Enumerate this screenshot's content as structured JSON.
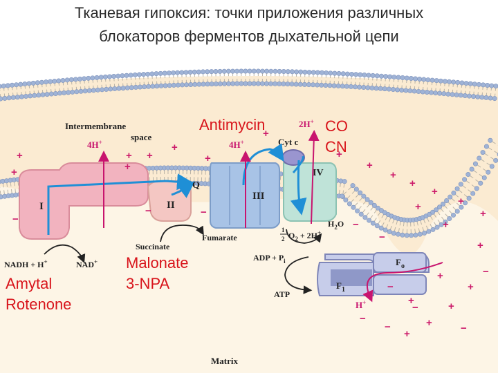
{
  "title": {
    "line1": "Тканевая гипоксия: точки приложения различных",
    "line2": "блокаторов ферментов дыхательной цепи"
  },
  "labels": {
    "intermembrane_1": "Intermembrane",
    "intermembrane_2": "space",
    "matrix": "Matrix",
    "h4_left": "4H",
    "h4_mid": "4H",
    "h2_top": "2H",
    "cytc": "Cyt c",
    "q": "Q",
    "complex_1": "I",
    "complex_2": "II",
    "complex_3": "III",
    "complex_4": "IV",
    "nadh": "NADH + H",
    "nad": "NAD",
    "succinate": "Succinate",
    "fumarate": "Fumarate",
    "o2_reaction_tail": "O",
    "o2_reaction_end": " + 2H",
    "half_num": "1",
    "half_den": "2",
    "h2o": "H",
    "h2o_tail": "O",
    "adp": "ADP + P",
    "adp_sub": "i",
    "atp": "ATP",
    "f0": "F",
    "f0_sub": "o",
    "f1": "F",
    "f1_sub": "1",
    "h_out": "H",
    "plus_sup": "+"
  },
  "inhibitors": {
    "antimycin": "Antimycin",
    "co": "CO",
    "cn": "CN",
    "malonate": "Malonate",
    "npa": "3-NPA",
    "amytal": "Amytal",
    "rotenone": "Rotenone"
  },
  "colors": {
    "inhibitor_text": "#d8141b",
    "proton_arrow": "#c8146e",
    "electron_arrow": "#1f8fd6",
    "complex_1_fill": "#f2b3bf",
    "complex_2_fill": "#f4c7c3",
    "complex_3_fill": "#a8c3e6",
    "complex_4_fill": "#bfe3d8",
    "atp_synthase_fill": "#c7cdea",
    "membrane_head": "#9fb3d6",
    "intermembrane_bg": "#fbebd2",
    "matrix_bg": "#fdf5e6"
  }
}
